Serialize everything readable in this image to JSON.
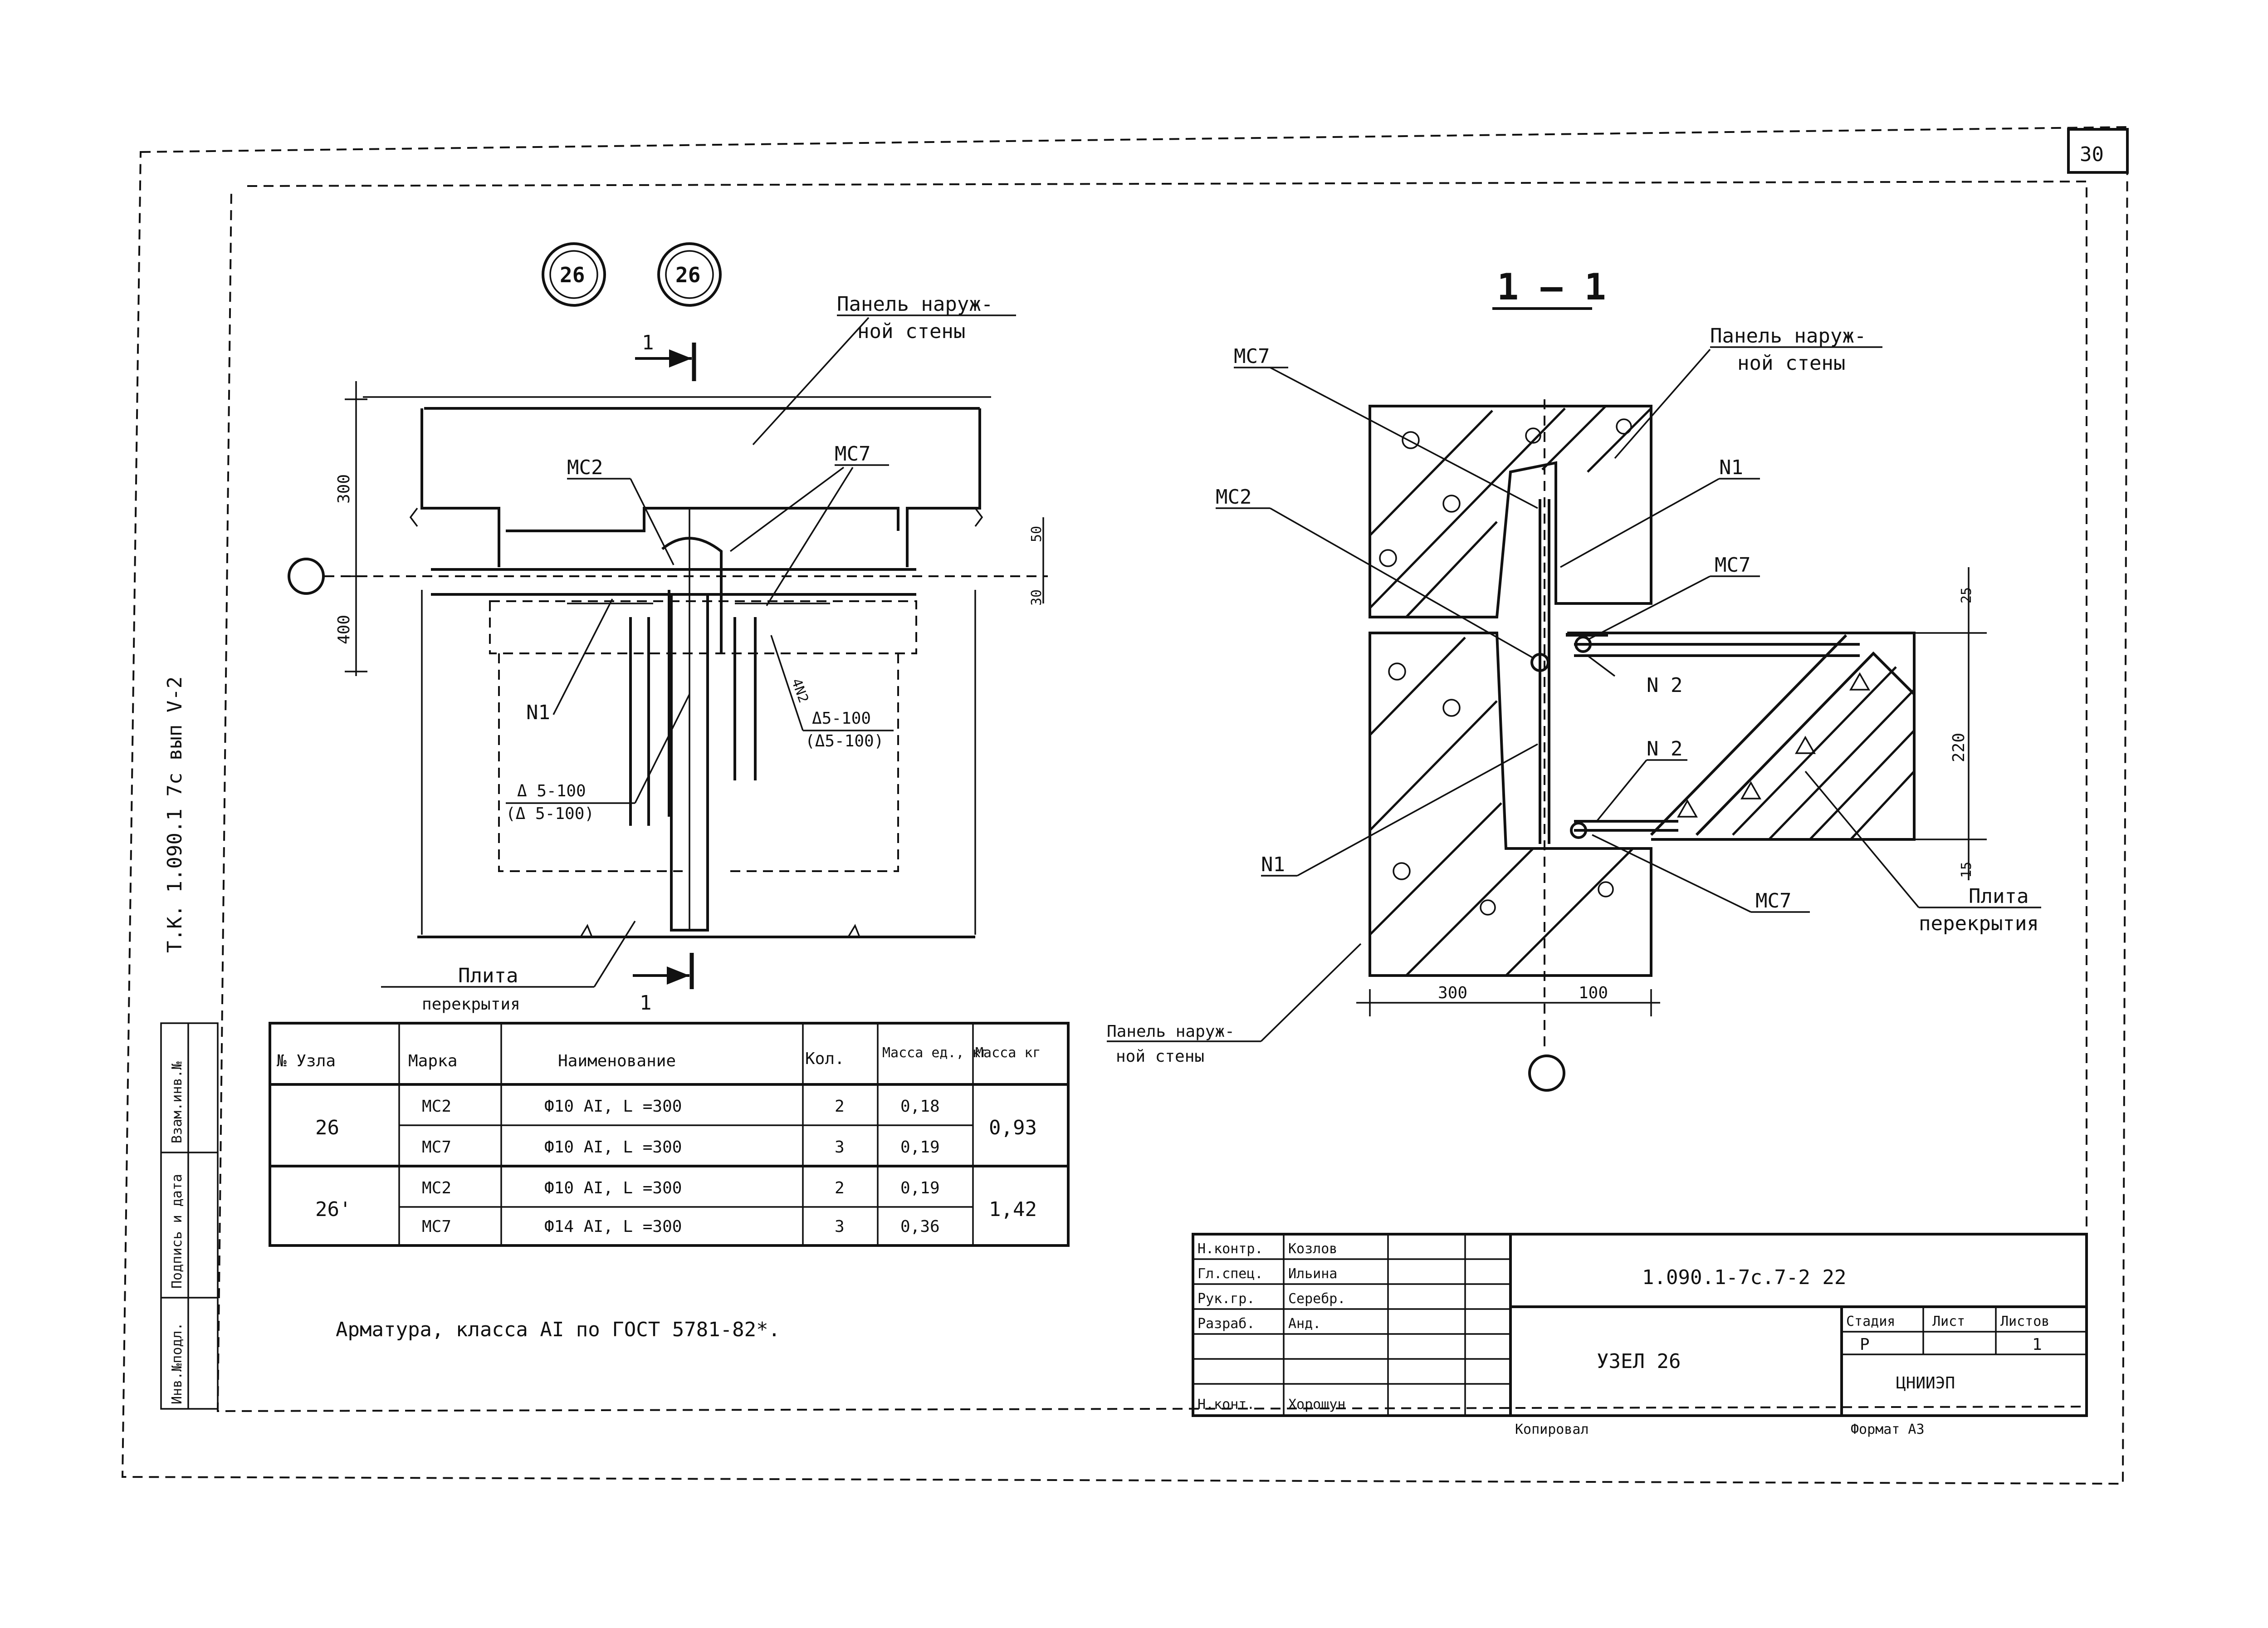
{
  "sheet": {
    "page_number": "30"
  },
  "side_note": "Т.К. 1.090.1 7с вып V-2",
  "left_view": {
    "node_marks": [
      "26",
      "26"
    ],
    "section_mark": "1",
    "labels": {
      "panel": [
        "Панель наруж-",
        "ной стены"
      ],
      "slab": [
        "Плита",
        "перекрытия"
      ],
      "mc2": "МС2",
      "mc7": "МС7",
      "n1": "N1",
      "note_left": [
        "Δ 5-100",
        "(Δ 5-100)"
      ],
      "note_right": [
        "Δ5-100",
        "(Δ5-100)"
      ],
      "note_tilted": "4N2"
    },
    "dims": {
      "top": "300",
      "bottom": "400",
      "small_top": "50",
      "small_bottom": "30"
    }
  },
  "section_view": {
    "title": "1 — 1",
    "labels": {
      "panel_top": [
        "Панель наруж-",
        "ной стены"
      ],
      "panel_bottom": [
        "Панель наруж-",
        "ной стены"
      ],
      "slab": [
        "Плита",
        "перекрытия"
      ],
      "mc7_a": "МС7",
      "mc2": "МС2",
      "n1_a": "N1",
      "mc7_b": "МС7",
      "n2_a": "N 2",
      "n2_b": "N 2",
      "n1_b": "N1",
      "mc7_c": "МС7"
    },
    "dims": {
      "d25": "25",
      "d220": "220",
      "d15": "15",
      "w300": "300",
      "w100": "100"
    }
  },
  "spec_table": {
    "headers": [
      "№ Узла",
      "Марка",
      "Наименование",
      "Кол.",
      "Масса ед., кг",
      "Масса кг"
    ],
    "groups": [
      {
        "node": "26",
        "total": "0,93",
        "rows": [
          {
            "mark": "МС2",
            "name": "Ф10 АI, L =300",
            "qty": "2",
            "unit": "0,18"
          },
          {
            "mark": "МС7",
            "name": "Ф10 АI, L =300",
            "qty": "3",
            "unit": "0,19"
          }
        ]
      },
      {
        "node": "26'",
        "total": "1,42",
        "rows": [
          {
            "mark": "МС2",
            "name": "Ф10 АI, L =300",
            "qty": "2",
            "unit": "0,19"
          },
          {
            "mark": "МС7",
            "name": "Ф14 АI, L =300",
            "qty": "3",
            "unit": "0,36"
          }
        ]
      }
    ]
  },
  "note": "Арматура, класса АI по ГОСТ 5781-82*.",
  "left_strip": [
    "Инв.№подл.",
    "Подпись и дата",
    "Взам.инв.№"
  ],
  "title_block": {
    "code": "1.090.1-7с.7-2 22",
    "title": "УЗЕЛ 26",
    "stage_headers": [
      "Стадия",
      "Лист",
      "Листов"
    ],
    "stage_values": [
      "Р",
      "",
      "1"
    ],
    "org": "ЦНИИЭП",
    "copied": "Копировал",
    "format": "Формат А3",
    "sign_rows": [
      [
        "Н.контр.",
        "Козлов",
        "",
        ""
      ],
      [
        "Гл.спец.",
        "Ильина",
        "",
        ""
      ],
      [
        "Рук.гр.",
        "Серебр.",
        "",
        ""
      ],
      [
        "Разраб.",
        "Анд.",
        "",
        ""
      ],
      [
        "",
        "",
        "",
        ""
      ],
      [
        "",
        "",
        "",
        ""
      ],
      [
        "Н.конт.",
        "Хорошун",
        "",
        ""
      ]
    ]
  }
}
